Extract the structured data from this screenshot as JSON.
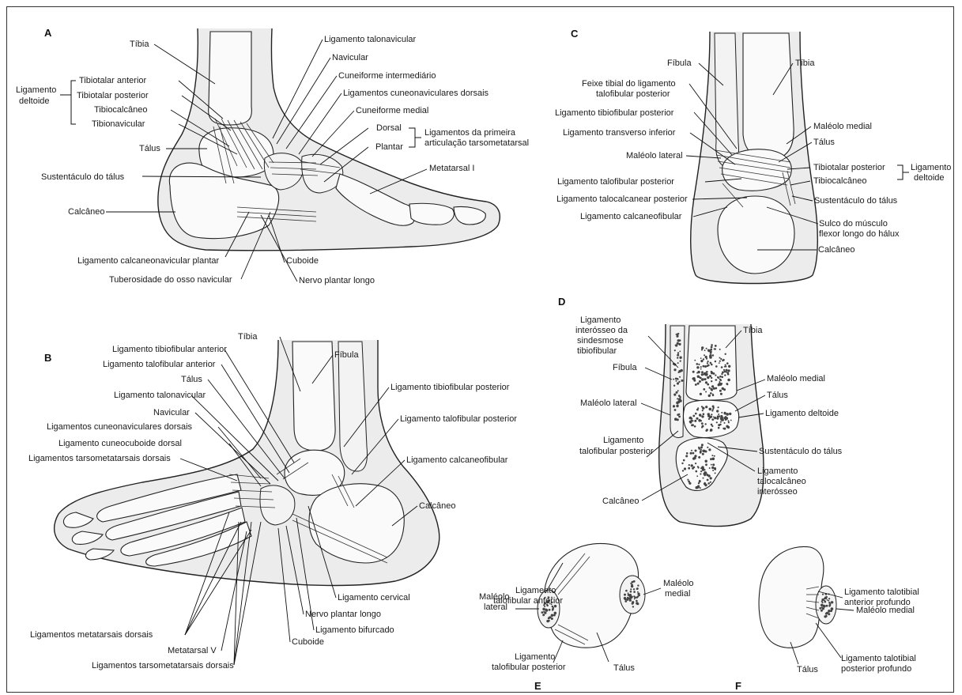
{
  "panels": {
    "A": "A",
    "B": "B",
    "C": "C",
    "D": "D",
    "E": "E",
    "F": "F"
  },
  "labels_A": {
    "tibia": "Tíbia",
    "lig_talonavicular": "Ligamento talonavicular",
    "navicular": "Navicular",
    "cuneiforme_intermediario": "Cuneiforme intermediário",
    "lig_cuneonaviculares": "Ligamentos cuneonaviculares dorsais",
    "cuneiforme_medial": "Cuneiforme medial",
    "tibiotalar_anterior": "Tibiotalar anterior",
    "tibiotalar_posterior": "Tibiotalar posterior",
    "tibiocalcaneo": "Tibiocalcâneo",
    "tibionavicular": "Tibionavicular",
    "ligamento_deltoide_1": "Ligamento",
    "ligamento_deltoide_2": "deltoide",
    "talus": "Tálus",
    "dorsal": "Dorsal",
    "plantar": "Plantar",
    "lig_primeira_1": "Ligamentos da primeira",
    "lig_primeira_2": "articulação tarsometatarsal",
    "sustentaculo": "Sustentáculo do tálus",
    "metatarsal_I": "Metatarsal I",
    "calcaneo": "Calcâneo",
    "lig_calcaneonavicular": "Ligamento calcaneonavicular plantar",
    "cuboide": "Cuboide",
    "tuberosidade": "Tuberosidade do osso navicular",
    "nervo_plantar": "Nervo plantar longo"
  },
  "labels_B": {
    "tibia": "Tíbia",
    "fibula": "Fíbula",
    "lig_tibiofibular_anterior": "Ligamento tibiofibular anterior",
    "lig_talofibular_anterior": "Ligamento talofibular anterior",
    "talus": "Tálus",
    "lig_talonavicular": "Ligamento talonavicular",
    "navicular": "Navicular",
    "lig_cuneonaviculares": "Ligamentos cuneonaviculares dorsais",
    "lig_cuneocuboide": "Ligamento cuneocuboide dorsal",
    "lig_tarsometatarsais": "Ligamentos tarsometatarsais dorsais",
    "lig_tibiofibular_posterior": "Ligamento tibiofibular posterior",
    "lig_talofibular_posterior": "Ligamento talofibular posterior",
    "lig_calcaneofibular": "Ligamento calcaneofibular",
    "calcaneo": "Calcâneo",
    "lig_cervical": "Ligamento cervical",
    "lig_metatarsais": "Ligamentos metatarsais dorsais",
    "nervo_plantar": "Nervo plantar longo",
    "metatarsal_V": "Metatarsal V",
    "lig_bifurcado": "Ligamento bifurcado",
    "lig_tarsometatarsais_2": "Ligamentos tarsometatarsais dorsais",
    "cuboide": "Cuboide"
  },
  "labels_C": {
    "fibula": "Fíbula",
    "tibia": "Tíbia",
    "feixe_1": "Feixe tibial do ligamento",
    "feixe_2": "talofibular posterior",
    "lig_tibiofibular_posterior": "Ligamento tibiofibular posterior",
    "lig_transverso": "Ligamento transverso inferior",
    "maleolo_medial": "Maléolo medial",
    "talus": "Tálus",
    "maleolo_lateral": "Maléolo lateral",
    "lig_talofibular_posterior": "Ligamento talofibular posterior",
    "tibiotalar_posterior": "Tibiotalar posterior",
    "tibiocalcaneo": "Tibiocalcâneo",
    "lig_deltoide_1": "Ligamento",
    "lig_deltoide_2": "deltoide",
    "lig_talocalcanear": "Ligamento talocalcanear posterior",
    "sustentaculo": "Sustentáculo do tálus",
    "lig_calcaneofibular": "Ligamento calcaneofibular",
    "sulco_1": "Sulco do músculo",
    "sulco_2": "flexor longo do hálux",
    "calcaneo": "Calcâneo"
  },
  "labels_D": {
    "interosseo_1": "Ligamento",
    "interosseo_2": "interósseo da",
    "interosseo_3": "sindesmose",
    "interosseo_4": "tibiofibular",
    "tibia": "Tíbia",
    "fibula": "Fíbula",
    "maleolo_medial": "Maléolo medial",
    "talus": "Tálus",
    "maleolo_lateral": "Maléolo lateral",
    "lig_deltoide": "Ligamento deltoide",
    "talofib_1": "Ligamento",
    "talofib_2": "talofibular posterior",
    "sustentaculo": "Sustentáculo do tálus",
    "talocalc_1": "Ligamento",
    "talocalc_2": "talocalcâneo",
    "talocalc_3": "interósseo",
    "calcaneo": "Calcâneo"
  },
  "labels_E": {
    "talofib_ant_1": "Ligamento",
    "talofib_ant_2": "talofibular anterior",
    "maleolo_medial_1": "Maléolo",
    "maleolo_medial_2": "medial",
    "maleolo_lateral_1": "Maléolo",
    "maleolo_lateral_2": "lateral",
    "talofib_post_1": "Ligamento",
    "talofib_post_2": "talofibular posterior",
    "talus": "Tálus"
  },
  "labels_F": {
    "talotib_ant_1": "Ligamento talotibial",
    "talotib_ant_2": "anterior profundo",
    "maleolo_medial": "Maléolo medial",
    "talotib_post_1": "Ligamento talotibial",
    "talotib_post_2": "posterior profundo",
    "talus": "Tálus"
  }
}
